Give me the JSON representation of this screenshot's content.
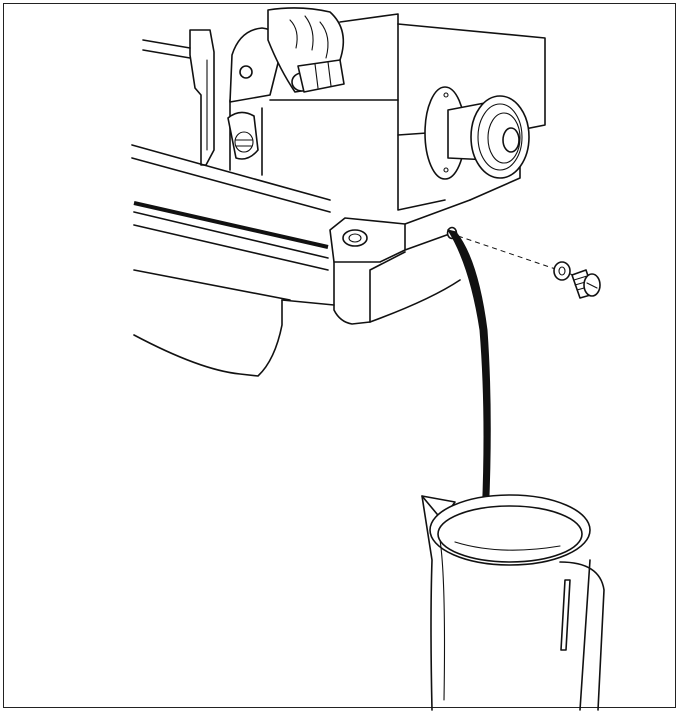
{
  "figure": {
    "subject": "oil-drain",
    "colors": {
      "line": "#111111",
      "paper": "#ffffff",
      "oil": "#111111",
      "border": "#222222"
    },
    "parts": [
      {
        "name": "machine-bed",
        "icon": "machine-body-icon"
      },
      {
        "name": "handwheel",
        "icon": "pulley-icon"
      },
      {
        "name": "drain-hole",
        "icon": "hole-icon"
      },
      {
        "name": "washer",
        "icon": "washer-icon"
      },
      {
        "name": "drain-screw",
        "icon": "screw-icon"
      },
      {
        "name": "oil-stream",
        "icon": "oil-stream-icon"
      },
      {
        "name": "measuring-jug",
        "icon": "jug-icon"
      }
    ]
  }
}
